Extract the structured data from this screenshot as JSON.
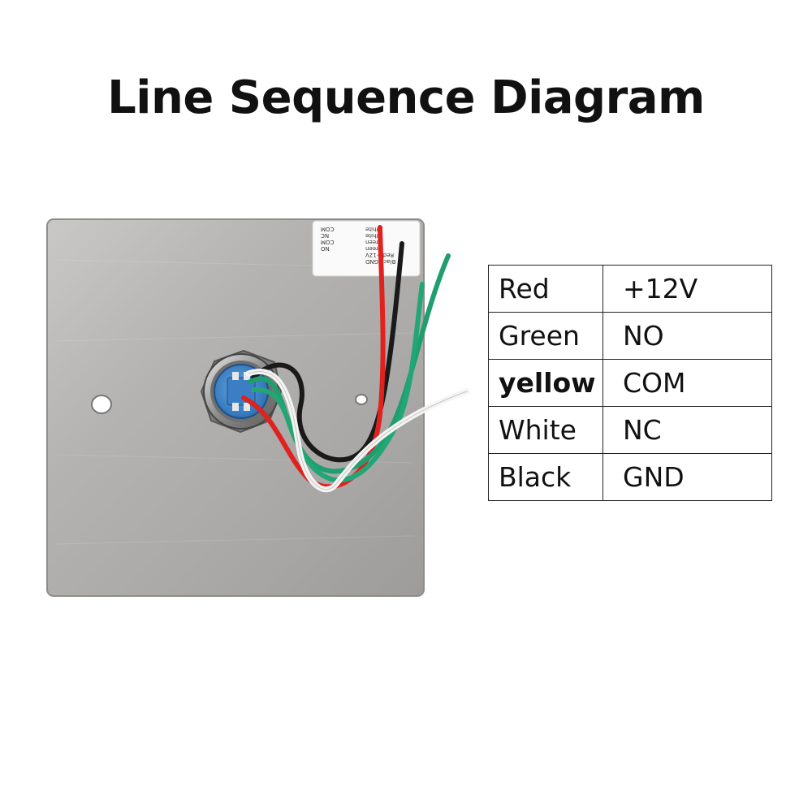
{
  "title": "Line Sequence Diagram",
  "sticker": {
    "lines": [
      "White",
      "White",
      "Green",
      "Green",
      "Red +12V",
      "Black GND",
      "COM",
      "NC",
      "COM",
      "NO"
    ]
  },
  "wiring_table": {
    "rows": [
      {
        "color": "Red",
        "function": "+12V",
        "wire_color": "#e0221f"
      },
      {
        "color": "Green",
        "function": "NO",
        "wire_color": "#1f9e6e"
      },
      {
        "color": "yellow",
        "function": "COM",
        "wire_color": "#d9b21a",
        "bold": true
      },
      {
        "color": "White",
        "function": "NC",
        "wire_color": "#f2f2f2"
      },
      {
        "color": "Black",
        "function": "GND",
        "wire_color": "#1a1a1a"
      }
    ]
  }
}
